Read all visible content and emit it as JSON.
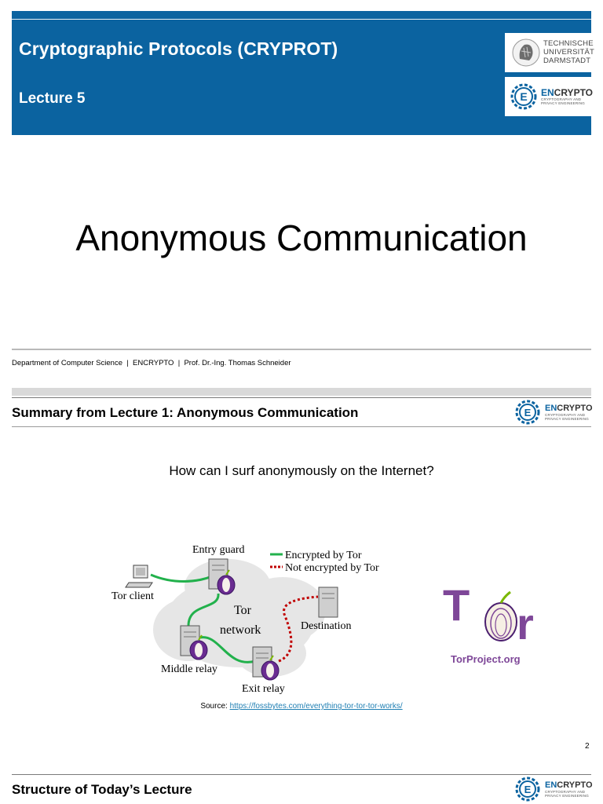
{
  "slide1": {
    "course_title": "Cryptographic Protocols (CRYPROT)",
    "lecture": "Lecture 5",
    "title": "Anonymous Communication",
    "footer": "Department of Computer Science  |  ENCRYPTO  |  Prof. Dr.-Ing. Thomas Schneider",
    "tud_logo_lines": [
      "TECHNISCHE",
      "UNIVERSITÄT",
      "DARMSTADT"
    ],
    "header_color": "#0b63a0"
  },
  "encrypto_logo": {
    "name_en": "EN",
    "name_crypto": "CRYPTO",
    "sub_line1": "CRYPTOGRAPHY AND",
    "sub_line2": "PRIVACY ENGINEERING"
  },
  "slide2": {
    "title": "Summary from Lecture 1: Anonymous Communication",
    "question": "How can I surf anonymously on the Internet?",
    "diagram": {
      "entry_guard": "Entry guard",
      "tor_client": "Tor client",
      "tor_network_line1": "Tor",
      "tor_network_line2": "network",
      "middle_relay": "Middle relay",
      "exit_relay": "Exit relay",
      "destination": "Destination",
      "legend_encrypted": "Encrypted by Tor",
      "legend_not_encrypted": "Not encrypted by Tor",
      "encrypted_color": "#22b14c",
      "not_encrypted_color": "#c00000"
    },
    "tor_logo_text": "T",
    "tor_logo_r": "r",
    "tor_url": "TorProject.org",
    "source_label": "Source: ",
    "source_url": "https://fossbytes.com/everything-tor-tor-tor-works/",
    "page_number": "2"
  },
  "slide3": {
    "title": "Structure of Today’s Lecture"
  }
}
